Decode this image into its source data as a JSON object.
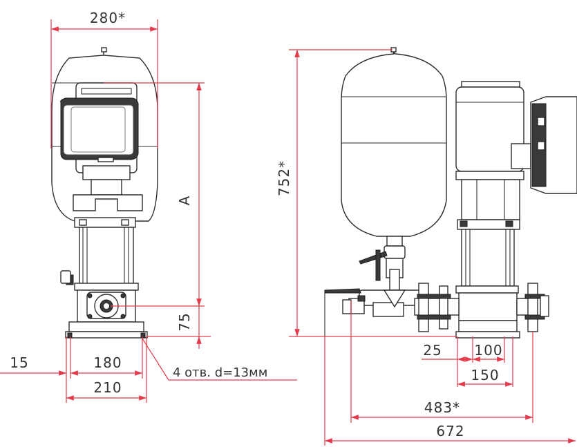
{
  "dimensions": {
    "top_width": "280*",
    "height_a": "A",
    "height_total": "752*",
    "base_height": "75",
    "side_offset": "15",
    "hole_spacing": "180",
    "base_width": "210",
    "holes_note": "4 отв. d=13мм",
    "flange_offset": "25",
    "base_depth_inner": "100",
    "base_depth": "150",
    "flange_to_flange": "483*",
    "overall_length": "672"
  },
  "colors": {
    "dimension_line": "#e23a4a",
    "outline": "#2d2d2d",
    "dark_part": "#3a3a3a"
  }
}
